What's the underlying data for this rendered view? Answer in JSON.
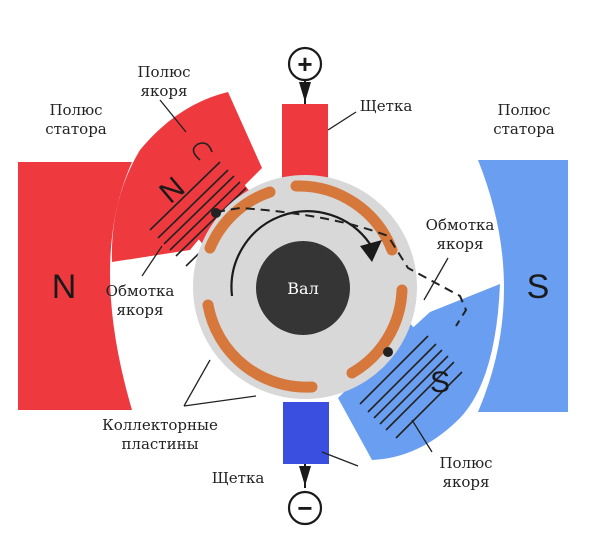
{
  "labels": {
    "stator_pole_left_1": "Полюс",
    "stator_pole_left_2": "статора",
    "stator_pole_right_1": "Полюс",
    "stator_pole_right_2": "статора",
    "armature_pole_top_1": "Полюс",
    "armature_pole_top_2": "якоря",
    "armature_pole_bottom_1": "Полюс",
    "armature_pole_bottom_2": "якоря",
    "winding_left_1": "Обмотка",
    "winding_left_2": "якоря",
    "winding_right_1": "Обмотка",
    "winding_right_2": "якоря",
    "brush_top": "Щетка",
    "brush_bottom": "Щетка",
    "commutator_1": "Коллекторные",
    "commutator_2": "пластины",
    "shaft": "Вал"
  },
  "poles": {
    "stator_left": "N",
    "stator_right": "S",
    "armature_top": "N",
    "armature_bottom": "S"
  },
  "terminals": {
    "plus": "+",
    "minus": "−"
  },
  "colors": {
    "red": "#ee3a3f",
    "blue": "#6a9ef0",
    "brush_top": "#ee3a3f",
    "brush_bottom": "#3a4fe0",
    "ring": "#d6773c",
    "rotor": "#d8d8d8",
    "shaft": "#353535"
  }
}
